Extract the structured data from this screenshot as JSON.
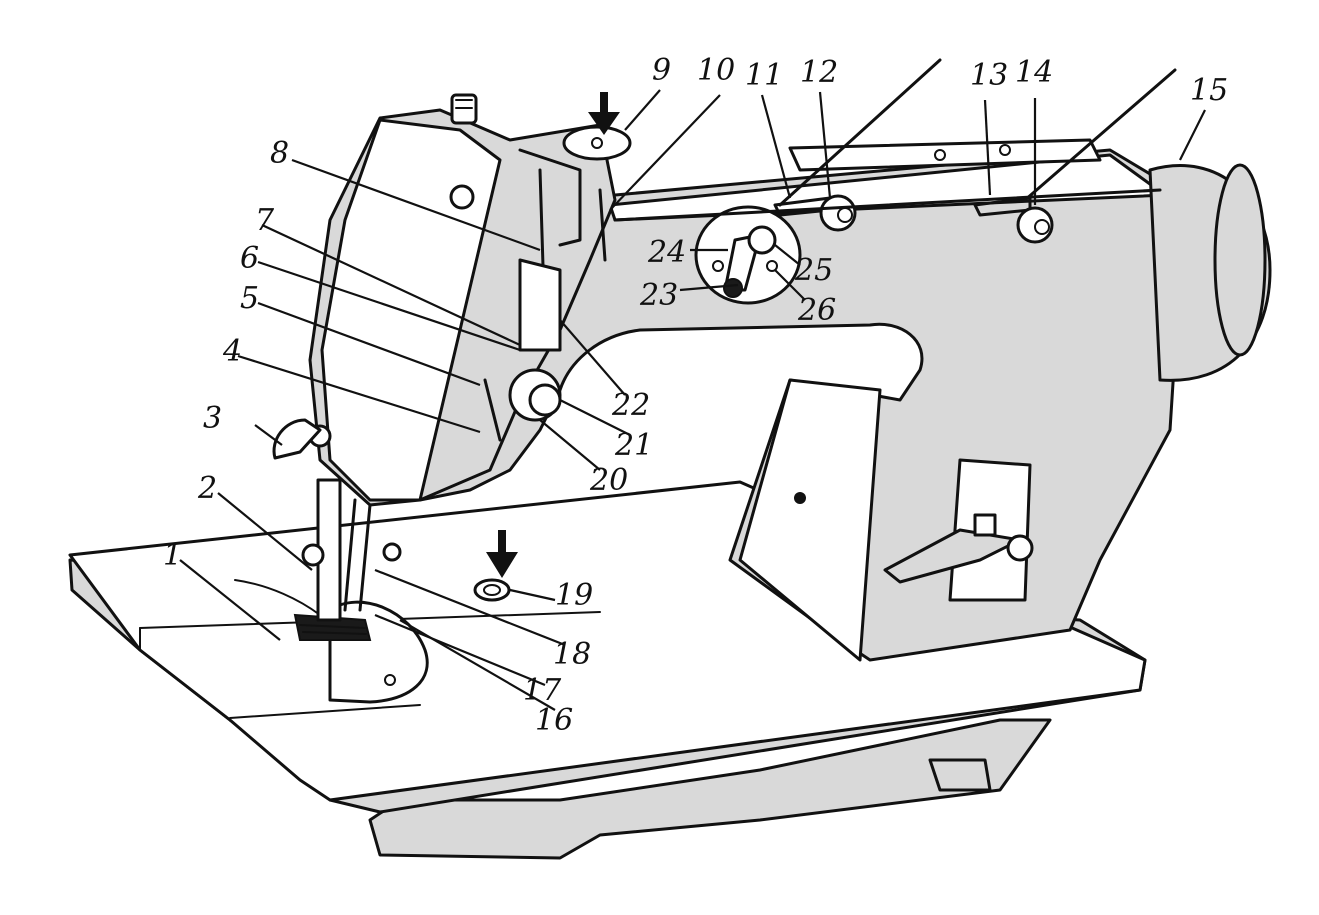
{
  "callouts": [
    {
      "id": "c1",
      "text": "1"
    },
    {
      "id": "c2",
      "text": "2"
    },
    {
      "id": "c3",
      "text": "3"
    },
    {
      "id": "c4",
      "text": "4"
    },
    {
      "id": "c5",
      "text": "5"
    },
    {
      "id": "c6",
      "text": "6"
    },
    {
      "id": "c7",
      "text": "7"
    },
    {
      "id": "c8",
      "text": "8"
    },
    {
      "id": "c9",
      "text": "9"
    },
    {
      "id": "c10",
      "text": "10"
    },
    {
      "id": "c11",
      "text": "11"
    },
    {
      "id": "c12",
      "text": "12"
    },
    {
      "id": "c13",
      "text": "13"
    },
    {
      "id": "c14",
      "text": "14"
    },
    {
      "id": "c15",
      "text": "15"
    },
    {
      "id": "c16",
      "text": "16"
    },
    {
      "id": "c17",
      "text": "17"
    },
    {
      "id": "c18",
      "text": "18"
    },
    {
      "id": "c19",
      "text": "19"
    },
    {
      "id": "c20",
      "text": "20"
    },
    {
      "id": "c21",
      "text": "21"
    },
    {
      "id": "c22",
      "text": "22"
    },
    {
      "id": "c23",
      "text": "23"
    },
    {
      "id": "c24",
      "text": "24"
    },
    {
      "id": "c25",
      "text": "25"
    },
    {
      "id": "c26",
      "text": "26"
    }
  ],
  "arrows": [
    {
      "id": "arrow-top",
      "points_to": "9"
    },
    {
      "id": "arrow-bed",
      "points_to": "19"
    }
  ]
}
